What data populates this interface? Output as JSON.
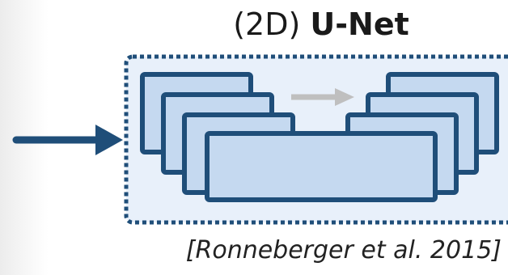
{
  "title": {
    "prefix": "(2D)",
    "name": "U-Net"
  },
  "citation": "[Ronneberger et al. 2015]",
  "colors": {
    "stroke": "#1f4e79",
    "block_fill": "#c5d9f0",
    "container_fill": "#e8f0fa",
    "skip_arrow": "#bfbfbf"
  },
  "icons": {
    "input_arrow": "arrow-right-icon",
    "skip_arrow": "arrow-right-icon"
  }
}
